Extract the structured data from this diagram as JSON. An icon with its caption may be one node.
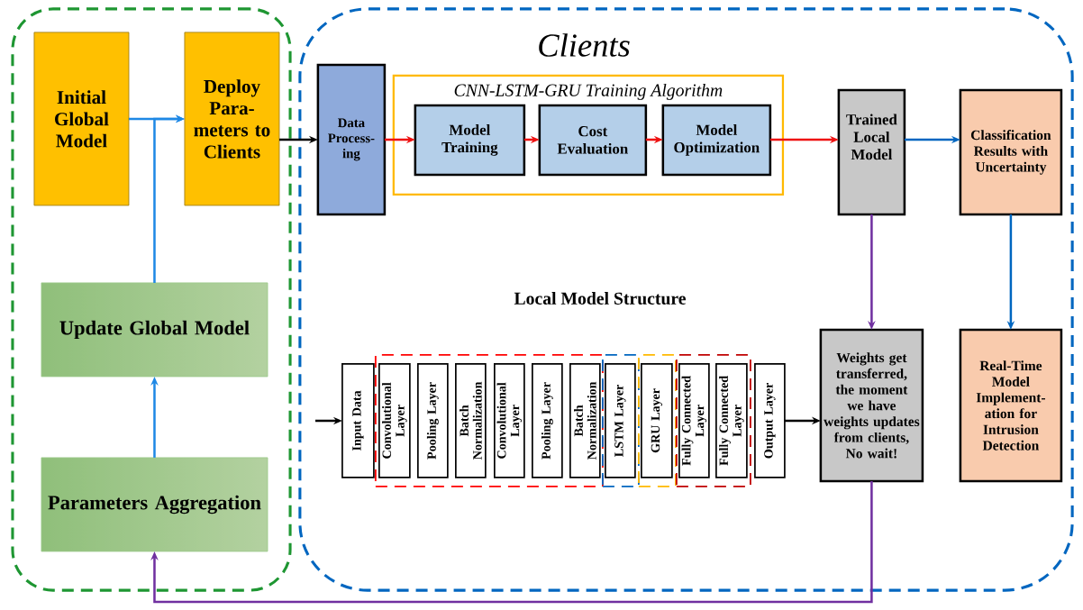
{
  "diagram": {
    "nodes": [
      {
        "text": [],
        "shape": "box"
      },
      {
        "text": [
          "Initial Global Model"
        ],
        "in": 0
      },
      {
        "text": [
          "Deploy Para- meters to Clients"
        ],
        "in": 0
      },
      {
        "text": [
          "Update Global Model"
        ],
        "in": 0
      },
      {
        "text": [
          "Parameters Aggregation"
        ],
        "in": 0
      },
      {
        "text": [
          "Clients"
        ]
      },
      {
        "text": [
          "Data Process- ing"
        ],
        "in": 5
      },
      {
        "text": [
          "CNN-LSTM-GRU Training Algorithm"
        ],
        "in": 5
      },
      {
        "text": [
          "Model Training"
        ],
        "in": 7
      },
      {
        "text": [
          "Cost Evaluation"
        ],
        "in": 7
      },
      {
        "text": [
          "Model Optimization"
        ],
        "in": 7
      },
      {
        "text": [
          "Trained Local Model"
        ],
        "in": 5
      },
      {
        "text": [
          "Classification Results with Uncertainty"
        ],
        "in": 5
      },
      {
        "text": [
          "Weights get transferred, the moment we have weights updates from clients, No wait!"
        ],
        "in": 5
      },
      {
        "text": [
          "Real-Time Model Implement- ation for Intrusion Detection"
        ],
        "in": 5
      },
      {
        "text": [
          "Input Data"
        ],
        "in": 5
      },
      {
        "text": [],
        "shape": "box",
        "in": 5
      },
      {
        "text": [
          "Convolutional Layer"
        ],
        "in": 16
      },
      {
        "text": [
          "Pooling Layer"
        ],
        "in": 16
      },
      {
        "text": [
          "Batch Normalization"
        ],
        "in": 16
      },
      {
        "text": [
          "Convolutional Layer"
        ],
        "in": 16
      },
      {
        "text": [
          "Pooling Layer"
        ],
        "in": 16
      },
      {
        "text": [
          "Batch Normalization"
        ],
        "in": 16
      },
      {
        "text": [],
        "shape": "box",
        "in": 5
      },
      {
        "text": [
          "LSTM Layer"
        ],
        "in": 23
      },
      {
        "text": [],
        "shape": "box",
        "in": 5
      },
      {
        "text": [
          "GRU Layer"
        ],
        "in": 25
      },
      {
        "text": [],
        "shape": "box",
        "in": 5
      },
      {
        "text": [
          "Fully Connected Layer"
        ],
        "in": 27
      },
      {
        "text": [
          "Fully Connected Layer"
        ],
        "in": 27
      },
      {
        "text": [
          "Output Layer"
        ],
        "in": 5
      }
    ],
    "edges": [
      {
        "from": 1,
        "to": 2,
        "arrow": "to",
        "color": "#1e88e5"
      },
      {
        "from": 3,
        "to": 2,
        "arrow": "to",
        "color": "#1e88e5"
      },
      {
        "from": 4,
        "to": 3,
        "arrow": "to",
        "color": "#1e88e5"
      },
      {
        "from": 2,
        "to": 6,
        "arrow": "to",
        "color": "#000000"
      },
      {
        "from": 6,
        "to": 8,
        "arrow": "to",
        "color": "#ee1111"
      },
      {
        "from": 8,
        "to": 9,
        "arrow": "to",
        "color": "#ee1111"
      },
      {
        "from": 9,
        "to": 10,
        "arrow": "to",
        "color": "#ee1111"
      },
      {
        "from": 10,
        "to": 11,
        "arrow": "to",
        "color": "#ee1111"
      },
      {
        "from": 11,
        "to": 12,
        "arrow": "to",
        "color": "#0066c0"
      },
      {
        "from": 11,
        "to": 13,
        "arrow": "to",
        "color": "#7030a0"
      },
      {
        "from": 12,
        "to": 14,
        "arrow": "to",
        "color": "#0066c0"
      },
      {
        "from": 13,
        "to": 4,
        "arrow": "to",
        "color": "#7030a0"
      },
      {
        "from": null,
        "to": 15,
        "arrow": "to",
        "color": "#000000"
      },
      {
        "from": 30,
        "to": 13,
        "arrow": "to",
        "color": "#000000"
      }
    ],
    "labels": [
      "Local Model Structure"
    ]
  }
}
